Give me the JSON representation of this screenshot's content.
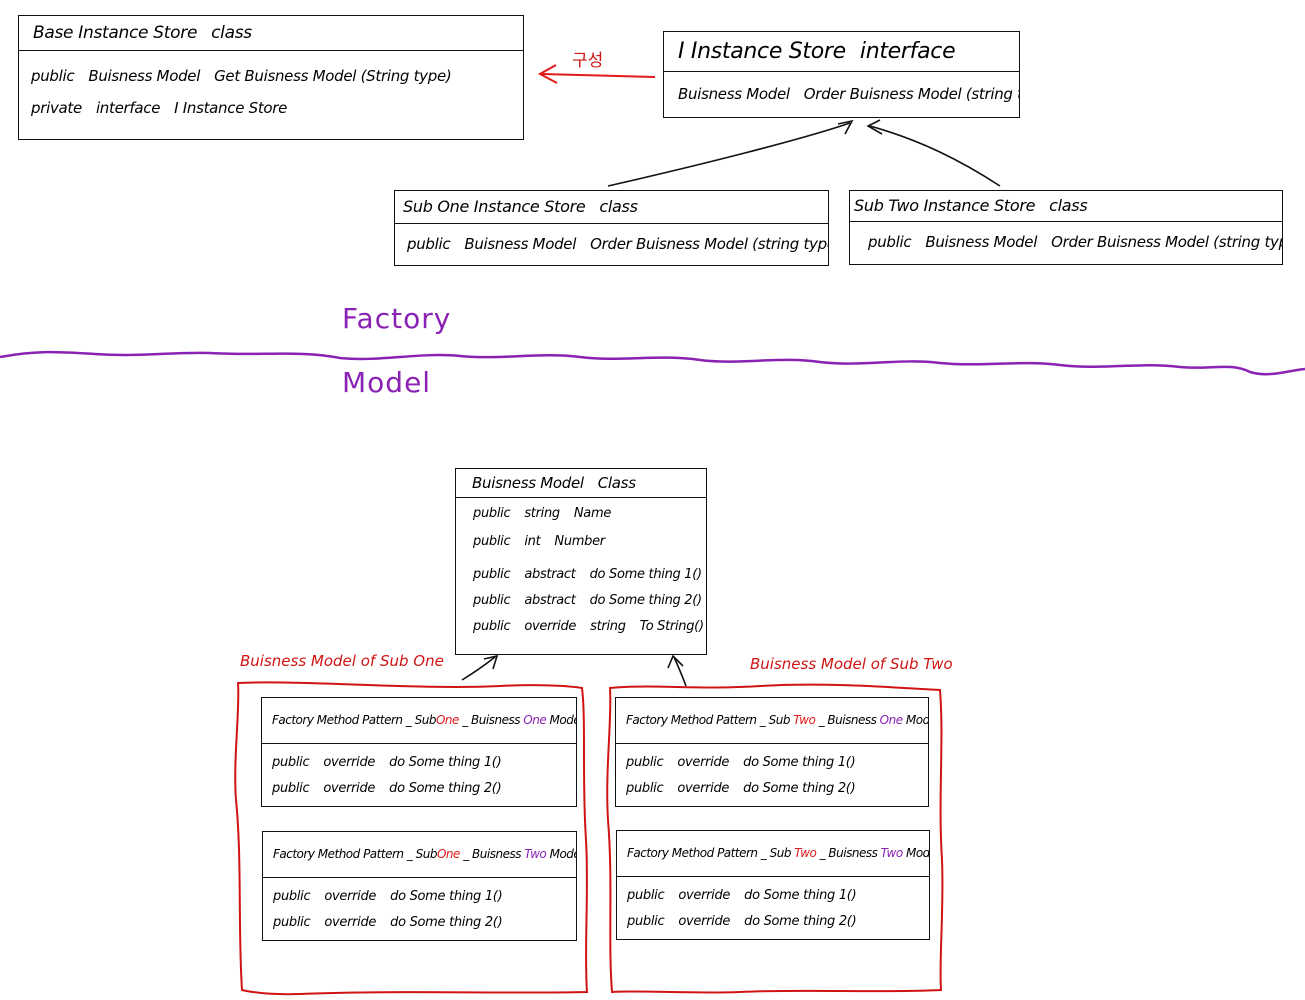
{
  "top": {
    "base_store": {
      "name": "Base Instance Store",
      "kind": "class",
      "members": [
        [
          "public",
          "Buisness Model",
          "Get Buisness Model (String type)"
        ],
        [
          "private",
          "interface",
          "I Instance Store"
        ]
      ]
    },
    "composition_label": "구성",
    "i_store": {
      "name": "I Instance Store",
      "kind": "interface",
      "members": [
        [
          "Buisness Model",
          "Order Buisness Model (string type)"
        ]
      ]
    },
    "sub_one_store": {
      "name": "Sub One Instance Store",
      "kind": "class",
      "members": [
        [
          "public",
          "Buisness Model",
          "Order Buisness Model (string type)"
        ]
      ]
    },
    "sub_two_store": {
      "name": "Sub Two Instance Store",
      "kind": "class",
      "members": [
        [
          "public",
          "Buisness Model",
          "Order Buisness Model (string type)"
        ]
      ]
    }
  },
  "divider": {
    "upper_label": "Factory",
    "lower_label": "Model"
  },
  "bottom": {
    "business_model": {
      "name": "Buisness Model",
      "kind": "Class",
      "members": [
        [
          "public",
          "string",
          "Name"
        ],
        [
          "public",
          "int",
          "Number"
        ],
        [
          "public",
          "abstract",
          "do Some thing 1()"
        ],
        [
          "public",
          "abstract",
          "do Some thing 2()"
        ],
        [
          "public",
          "override",
          "string",
          "To String()"
        ]
      ]
    },
    "group_one_label": "Buisness Model  of  Sub One",
    "group_two_label": "Buisness Model  of  Sub Two",
    "classes": {
      "one_one": {
        "name_parts": [
          "Factory Method Pattern _ Sub",
          "One",
          " _ Buisness ",
          "One",
          " Model"
        ],
        "members": [
          [
            "public",
            "override",
            "do Some thing 1()"
          ],
          [
            "public",
            "override",
            "do Some thing 2()"
          ]
        ]
      },
      "one_two": {
        "name_parts": [
          "Factory Method Pattern _ Sub",
          "One",
          " _ Buisness ",
          "Two",
          " Model"
        ],
        "members": [
          [
            "public",
            "override",
            "do Some thing 1()"
          ],
          [
            "public",
            "override",
            "do Some thing 2()"
          ]
        ]
      },
      "two_one": {
        "name_parts": [
          "Factory Method Pattern _ Sub ",
          "Two",
          " _ Buisness ",
          "One",
          " Model"
        ],
        "members": [
          [
            "public",
            "override",
            "do Some thing 1()"
          ],
          [
            "public",
            "override",
            "do Some thing 2()"
          ]
        ]
      },
      "two_two": {
        "name_parts": [
          "Factory Method Pattern _ Sub ",
          "Two",
          " _ Buisness ",
          "Two",
          " Model"
        ],
        "members": [
          [
            "public",
            "override",
            "do Some thing 1()"
          ],
          [
            "public",
            "override",
            "do Some thing 2()"
          ]
        ]
      }
    }
  },
  "colors": {
    "ink": "#111111",
    "purple": "#8a22b4",
    "red": "#d01414"
  }
}
